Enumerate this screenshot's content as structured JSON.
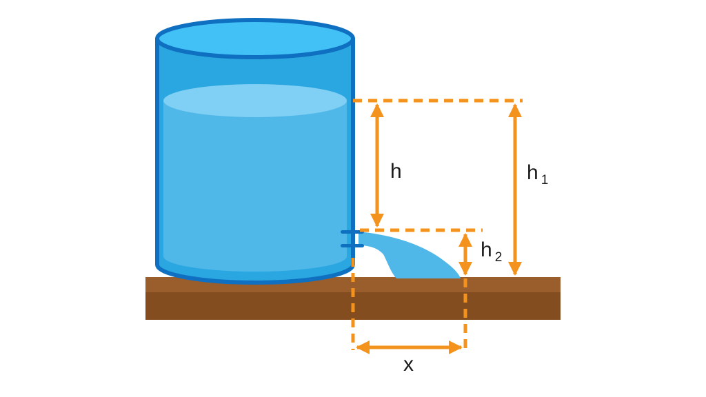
{
  "labels": {
    "h": "h",
    "h1_base": "h",
    "h1_sub": "1",
    "h2_base": "h",
    "h2_sub": "2",
    "x": "x"
  },
  "colors": {
    "tank_outline": "#0f6fc0",
    "tank_body": "#2aa6e0",
    "tank_top": "#42c1f6",
    "water": "#50b8e8",
    "water_surface": "#80cff4",
    "ground_top": "#9a5d2c",
    "ground": "#834d20",
    "dimension": "#f3931e",
    "text": "#1a1a1a"
  }
}
